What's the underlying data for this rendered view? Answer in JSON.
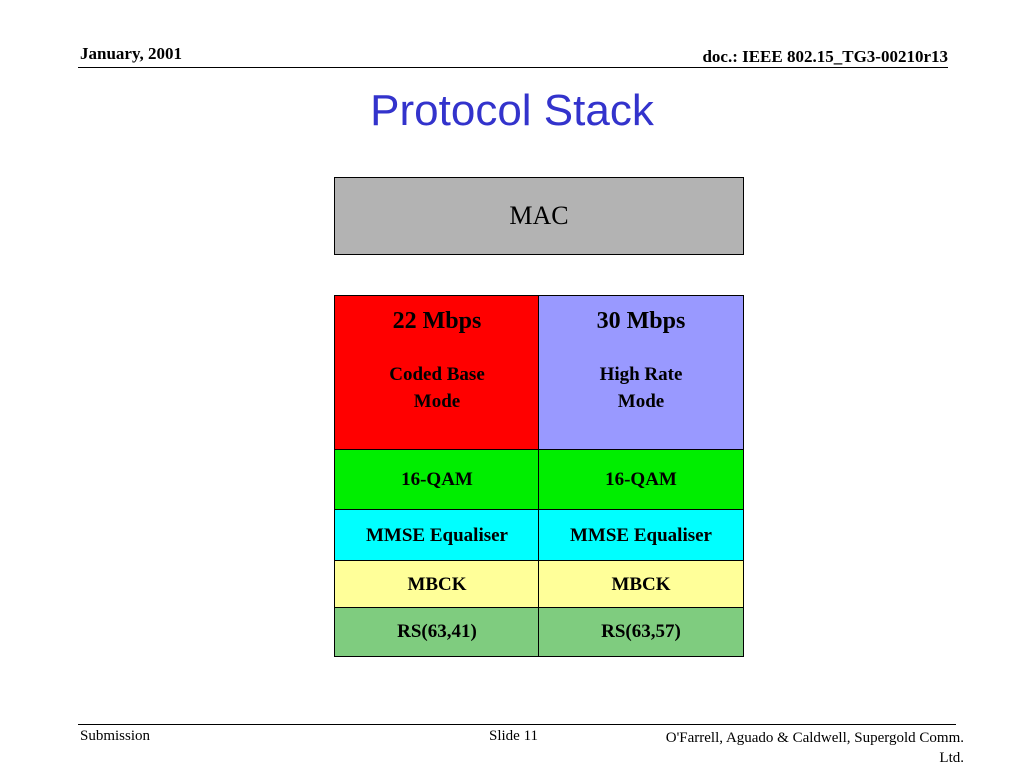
{
  "header": {
    "date": "January, 2001",
    "doc_id": "doc.: IEEE 802.15_TG3-00210r13"
  },
  "title": "Protocol Stack",
  "diagram": {
    "mac": {
      "label": "MAC",
      "color": "#b3b3b3"
    },
    "modes": [
      {
        "rate": "22 Mbps",
        "name_line1": "Coded Base",
        "name_line2": "Mode",
        "color": "#ff0000"
      },
      {
        "rate": "30 Mbps",
        "name_line1": "High Rate",
        "name_line2": "Mode",
        "color": "#9999ff"
      }
    ],
    "layers": [
      {
        "left": "16-QAM",
        "right": "16-QAM",
        "color": "#00ee00"
      },
      {
        "left": "MMSE Equaliser",
        "right": "MMSE Equaliser",
        "color": "#00ffff"
      },
      {
        "left": "MBCK",
        "right": "MBCK",
        "color": "#ffff99"
      },
      {
        "left": "RS(63,41)",
        "right": "RS(63,57)",
        "color": "#7fcc7f"
      }
    ]
  },
  "footer": {
    "left": "Submission",
    "slide": "Slide 11",
    "authors_line1": "O'Farrell, Aguado & Caldwell, Supergold Comm.",
    "authors_line2": "Ltd."
  }
}
